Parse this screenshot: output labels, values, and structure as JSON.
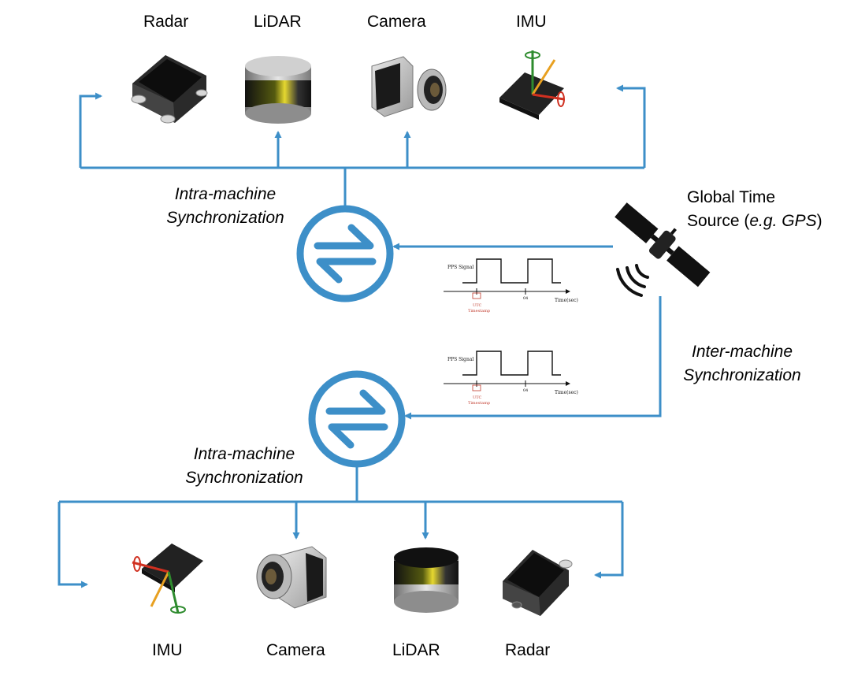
{
  "colors": {
    "line": "#3d8fc8",
    "pulse": "#111111",
    "utc": "#c0392b"
  },
  "top": {
    "sensors": [
      "Radar",
      "LiDAR",
      "Camera",
      "IMU"
    ],
    "sync_line1": "Intra-machine",
    "sync_line2": "Synchronization"
  },
  "bottom": {
    "sensors": [
      "IMU",
      "Camera",
      "LiDAR",
      "Radar"
    ],
    "sync_line1": "Intra-machine",
    "sync_line2": "Synchronization"
  },
  "gps": {
    "line1": "Global Time",
    "line2_a": "Source (",
    "line2_em": "e.g. GPS",
    "line2_b": ")"
  },
  "inter": {
    "line1": "Inter-machine",
    "line2": "Synchronization"
  },
  "pps": {
    "signal_label": "PPS Signal",
    "time_label": "Time(sec)",
    "tick_label": "04",
    "utc_label": "UTC",
    "stamp_label": "Timestamp"
  },
  "icons": {
    "sync": "sync-arrows-icon",
    "satellite": "satellite-icon",
    "radar": "radar-sensor-icon",
    "lidar": "lidar-sensor-icon",
    "camera": "camera-sensor-icon",
    "imu": "imu-sensor-icon"
  }
}
